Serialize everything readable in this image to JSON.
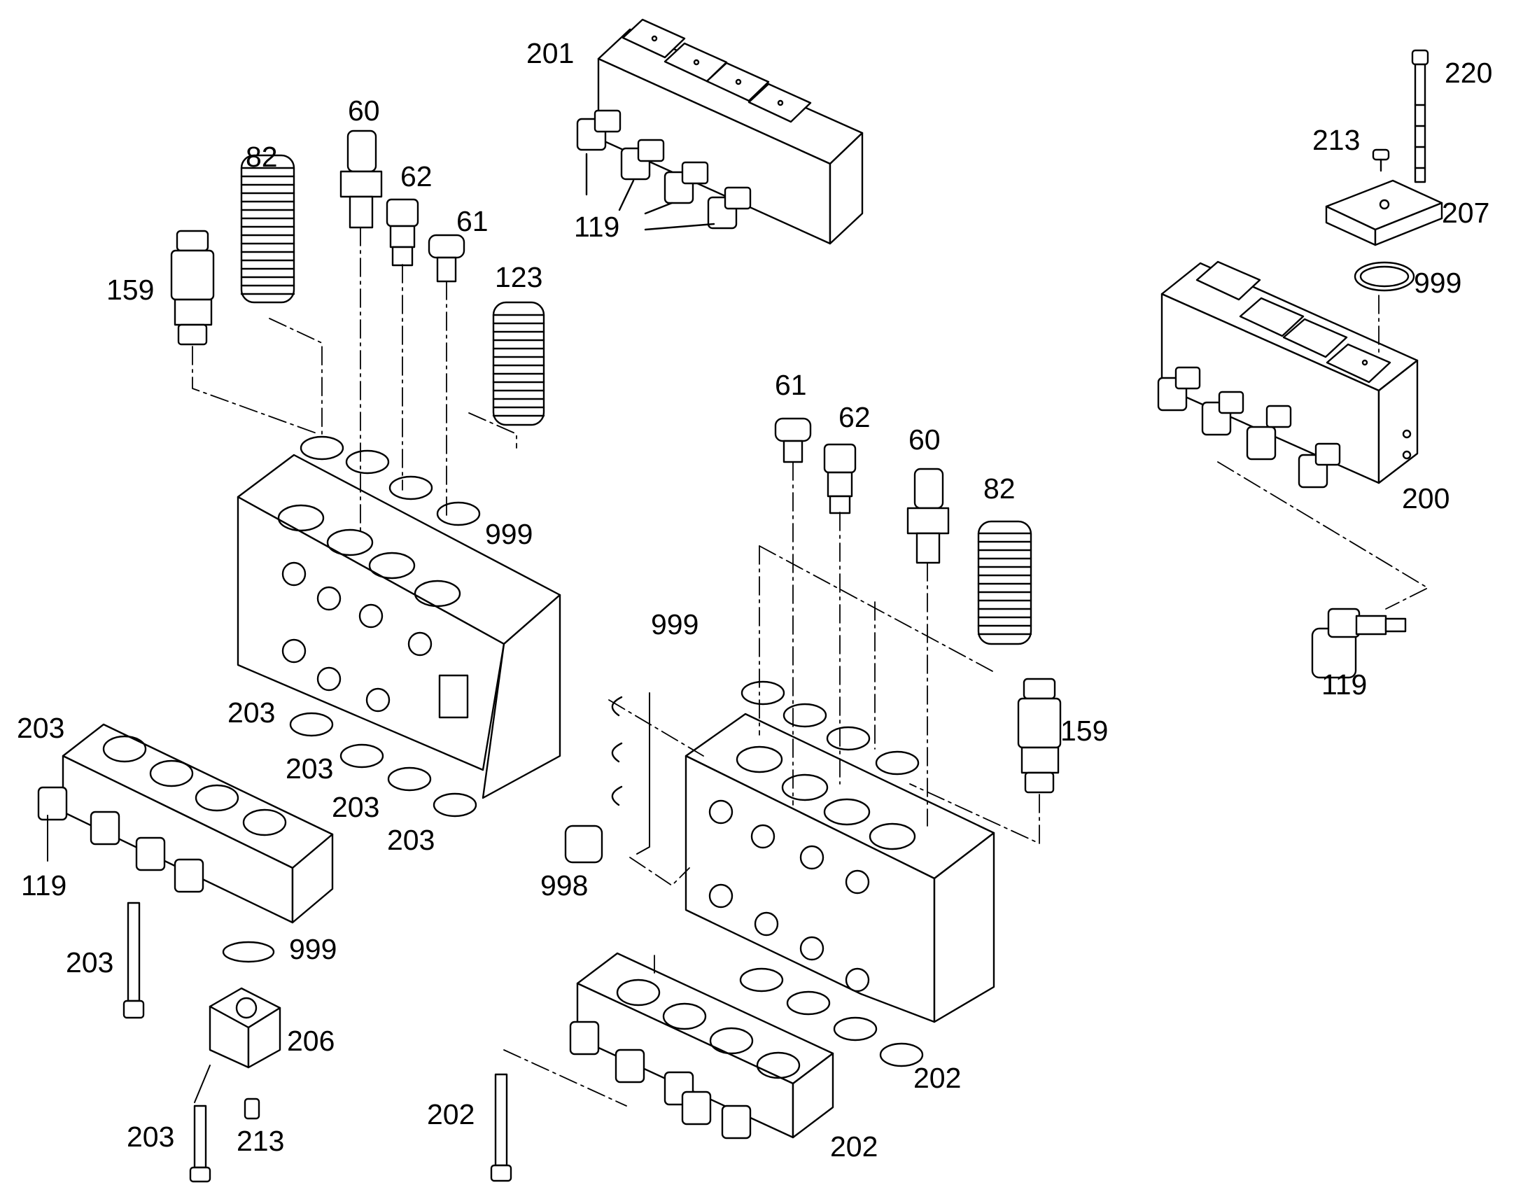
{
  "labels": {
    "l201": "201",
    "l220": "220",
    "l60a": "60",
    "l82a": "82",
    "l62a": "62",
    "l61a": "61",
    "l213a": "213",
    "l207": "207",
    "l119a": "119",
    "l123": "123",
    "l159a": "159",
    "l999a": "999",
    "l999b": "999",
    "l61b": "61",
    "l62b": "62",
    "l60b": "60",
    "l82b": "82",
    "l200": "200",
    "l999c": "999",
    "l119b": "119",
    "l203a": "203",
    "l203b": "203",
    "l203c": "203",
    "l203d": "203",
    "l203e": "203",
    "l159b": "159",
    "l119c": "119",
    "l998": "998",
    "l203f": "203",
    "l999d": "999",
    "l206": "206",
    "l203g": "203",
    "l213b": "213",
    "l202a": "202",
    "l202b": "202",
    "l202c": "202"
  }
}
